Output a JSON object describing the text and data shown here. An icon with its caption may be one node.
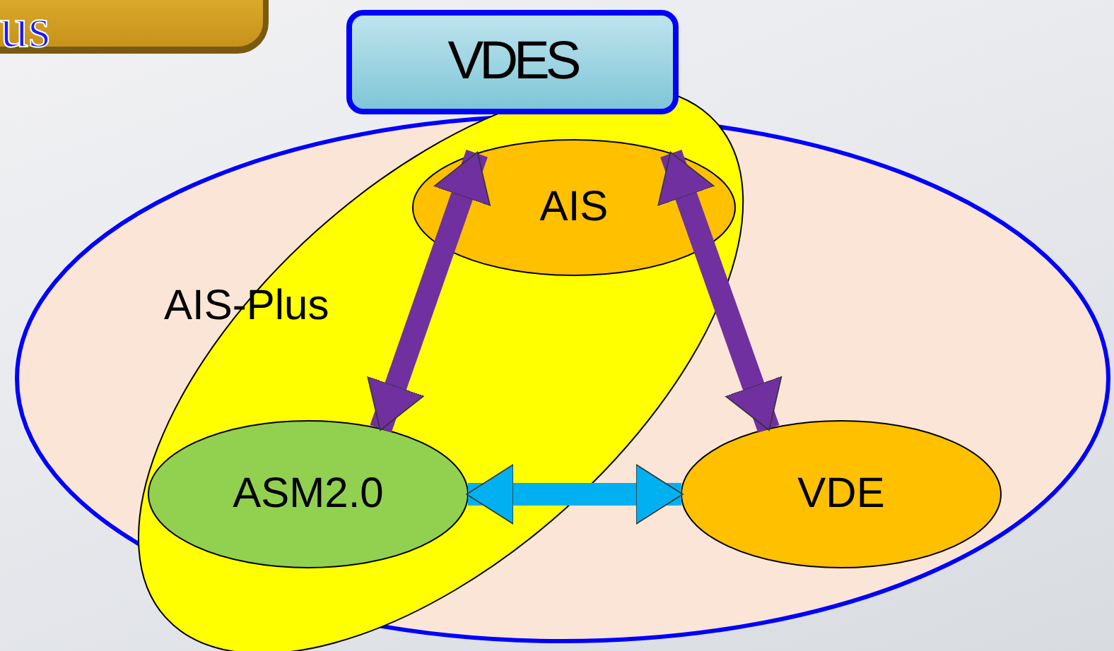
{
  "diagram": {
    "nodes": [
      {
        "text": [
          "VDES"
        ]
      },
      {
        "text": [],
        "shape": "ellipse"
      },
      {
        "text": [
          "AIS-Plus"
        ],
        "in": 1
      },
      {
        "text": [
          "AIS"
        ],
        "in": 2
      },
      {
        "text": [
          "ASM2.0"
        ],
        "in": 2
      },
      {
        "text": [
          "VDE"
        ],
        "in": 1
      }
    ],
    "edges": [
      {
        "from": 3,
        "to": 4,
        "arrow": "both",
        "color": "#7030a0"
      },
      {
        "from": 3,
        "to": 5,
        "arrow": "both",
        "color": "#7030a0"
      },
      {
        "from": 4,
        "to": 5,
        "arrow": "both",
        "color": "#00b0f0"
      }
    ],
    "labels": [
      "us"
    ]
  }
}
